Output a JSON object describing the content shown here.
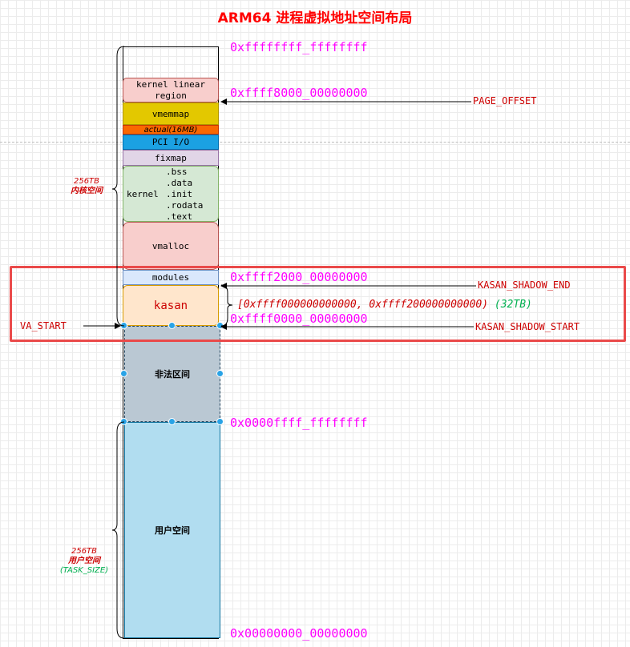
{
  "title": "ARM64 进程虚拟地址空间布局",
  "addresses": {
    "top": "0xffffffff_ffffffff",
    "page_offset_addr": "0xffff8000_00000000",
    "kasan_end_addr": "0xffff2000_00000000",
    "kasan_start_addr": "0xffff0000_00000000",
    "user_top": "0x0000ffff_ffffffff",
    "bottom": "0x00000000_00000000"
  },
  "regions": {
    "kernel_linear_1": "kernel linear",
    "kernel_linear_2": "region",
    "vmemmap": "vmemmap",
    "actual": "actual(16MB)",
    "pci_io": "PCI I/O",
    "fixmap": "fixmap",
    "kernel_label": "kernel",
    "kernel_sections": [
      ".bss",
      ".data",
      ".init",
      ".rodata",
      ".text"
    ],
    "vmalloc": "vmalloc",
    "modules": "modules",
    "kasan": "kasan",
    "illegal": "非法区间",
    "user_space": "用户空间"
  },
  "labels": {
    "page_offset": "PAGE_OFFSET",
    "kasan_shadow_end": "KASAN_SHADOW_END",
    "kasan_shadow_start": "KASAN_SHADOW_START",
    "va_start": "VA_START",
    "kasan_range_text": "[0xffff000000000000, 0xffff200000000000)",
    "kasan_range_size": "(32TB)"
  },
  "side_labels": {
    "kernel_size": "256TB",
    "kernel_space": "内核空间",
    "user_size": "256TB",
    "user_space": "用户空间",
    "task_size": "(TASK_SIZE)"
  },
  "colors": {
    "title": "#ff0000",
    "address": "#ff00ff",
    "label": "#cc0000",
    "highlight_box": "#ea4a4a",
    "range_size": "#00b050"
  }
}
